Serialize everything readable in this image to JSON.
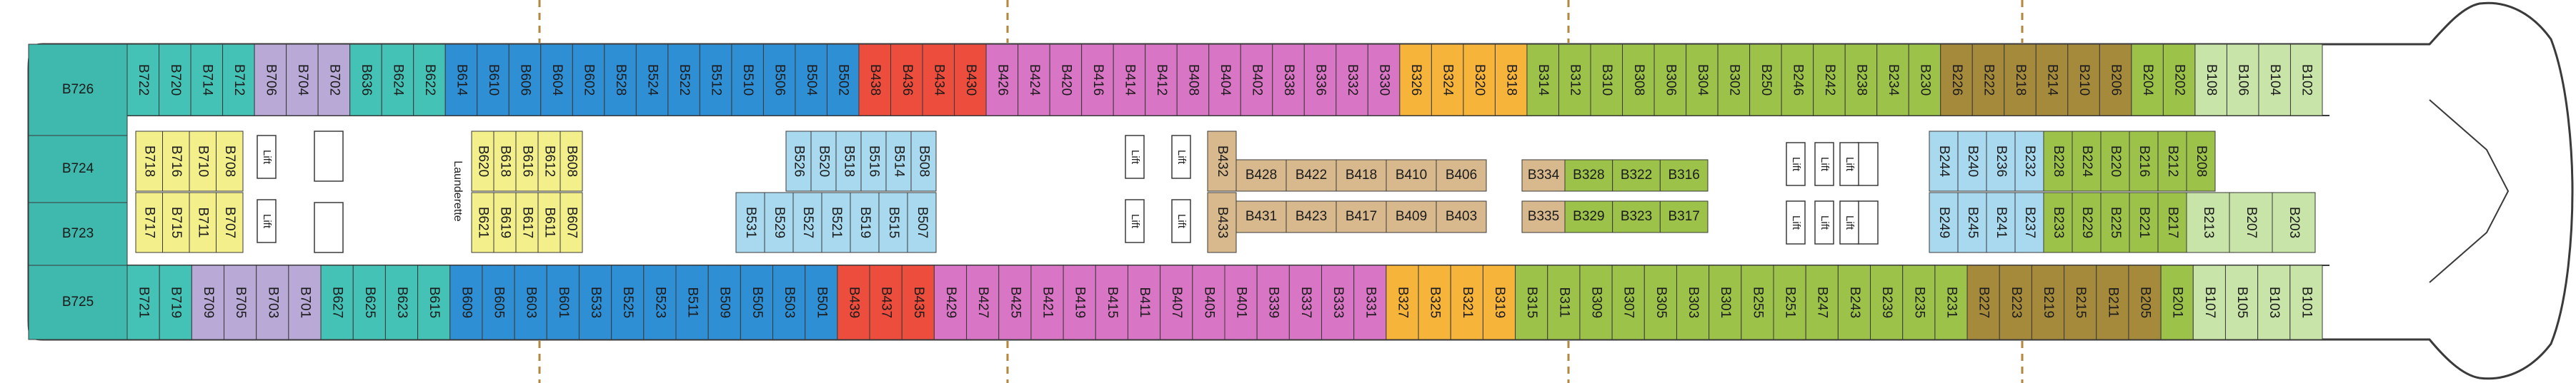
{
  "deck": {
    "colors": {
      "teal": "#3fb8ad",
      "lavender": "#b9a9d6",
      "yellow": "#f3ef8a",
      "cyan": "#45c2b6",
      "blue": "#2f8fd4",
      "green": "#6cab3b",
      "lightblue": "#a9d9ee",
      "red": "#ec4d3d",
      "orange": "#f39a2a",
      "magenta": "#d875c4",
      "tan": "#d8b98e",
      "amber": "#f7b43a",
      "olive": "#9cc24a",
      "brown": "#a58a3c",
      "palegreen": "#c8e4a8",
      "outline": "#3a3a3a"
    },
    "labels": {
      "launderette": "Launderette",
      "lift": "Lift"
    },
    "cabins": {
      "top": [
        "B722",
        "B720",
        "B714",
        "B712",
        "B706",
        "B704",
        "B702",
        "B636",
        "B624",
        "B622",
        "B614",
        "B610",
        "B606",
        "B604",
        "B602",
        "B528",
        "B524",
        "B522",
        "B512",
        "B510",
        "B506",
        "B504",
        "B502",
        "B438",
        "B436",
        "B434",
        "B430",
        "B426",
        "B424",
        "B420",
        "B416",
        "B414",
        "B412",
        "B408",
        "B404",
        "B402",
        "B338",
        "B336",
        "B332",
        "B330",
        "B326",
        "B324",
        "B320",
        "B318",
        "B314",
        "B312",
        "B310",
        "B308",
        "B306",
        "B304",
        "B302",
        "B250",
        "B246",
        "B242",
        "B238",
        "B234",
        "B230",
        "B226",
        "B222",
        "B218",
        "B214",
        "B210",
        "B206",
        "B204",
        "B202",
        "B108",
        "B106",
        "B104",
        "B102"
      ],
      "bottom": [
        "B721",
        "B719",
        "B709",
        "B705",
        "B703",
        "B701",
        "B627",
        "B625",
        "B623",
        "B615",
        "B609",
        "B605",
        "B603",
        "B601",
        "B533",
        "B525",
        "B523",
        "B511",
        "B509",
        "B505",
        "B503",
        "B501",
        "B439",
        "B437",
        "B435",
        "B429",
        "B427",
        "B425",
        "B421",
        "B419",
        "B415",
        "B411",
        "B407",
        "B405",
        "B401",
        "B339",
        "B337",
        "B333",
        "B331",
        "B327",
        "B325",
        "B321",
        "B319",
        "B315",
        "B311",
        "B309",
        "B307",
        "B305",
        "B303",
        "B301",
        "B255",
        "B251",
        "B247",
        "B243",
        "B239",
        "B235",
        "B231",
        "B227",
        "B223",
        "B219",
        "B215",
        "B211",
        "B205",
        "B201",
        "B107",
        "B105",
        "B103",
        "B101"
      ],
      "bow_left": [
        "B726",
        "B724",
        "B723",
        "B725"
      ],
      "inner_aft_top": [
        "B718",
        "B716",
        "B710",
        "B708"
      ],
      "inner_aft_bottom": [
        "B717",
        "B715",
        "B711",
        "B707"
      ],
      "inner_a_top": [
        "B620",
        "B618",
        "B616",
        "B612",
        "B608"
      ],
      "inner_a_bottom": [
        "B621",
        "B619",
        "B617",
        "B611",
        "B607"
      ],
      "inner_b_top": [
        "B526",
        "B520",
        "B518",
        "B516",
        "B514",
        "B508"
      ],
      "inner_b_bottom": [
        "B531",
        "B529",
        "B527",
        "B521",
        "B519",
        "B515",
        "B507"
      ],
      "inner_c_top": [
        "B432",
        "B428",
        "B422",
        "B418",
        "B410",
        "B406",
        "B334",
        "B328",
        "B322",
        "B316"
      ],
      "inner_c_bottom": [
        "B433",
        "B431",
        "B423",
        "B417",
        "B409",
        "B403",
        "B335",
        "B329",
        "B323",
        "B317"
      ],
      "inner_d_top": [
        "B244",
        "B240",
        "B236",
        "B232",
        "B228",
        "B224",
        "B220",
        "B216",
        "B212",
        "B208"
      ],
      "inner_d_bottom": [
        "B249",
        "B245",
        "B241",
        "B237",
        "B233",
        "B229",
        "B225",
        "B221",
        "B217",
        "B213",
        "B207",
        "B203"
      ]
    }
  }
}
